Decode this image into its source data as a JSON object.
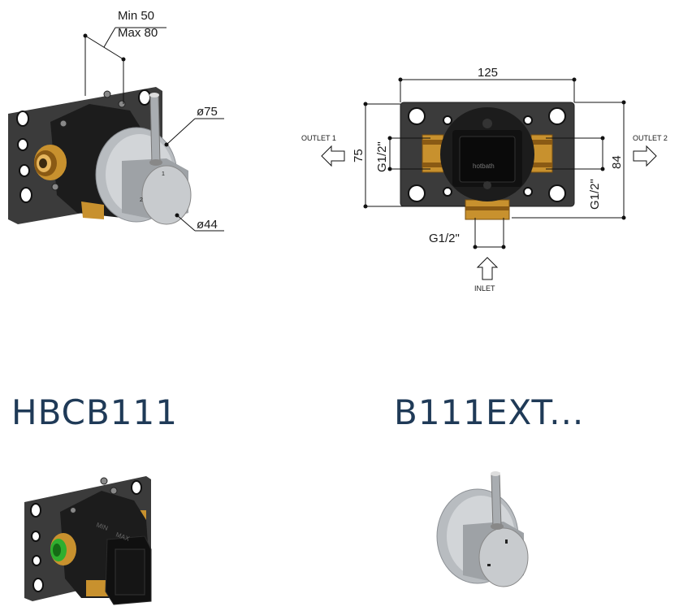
{
  "colors": {
    "plate": "#3b3b3b",
    "body": "#1c1c1c",
    "brass": "#c8912e",
    "chrome": "#b8bcc0",
    "title": "#1f3a57",
    "green": "#2fae2f"
  },
  "top_left_drawing": {
    "min_label": "Min 50",
    "max_label": "Max 80",
    "outer_diameter": "ø75",
    "inner_diameter": "ø44",
    "marks": [
      "1",
      "2"
    ]
  },
  "top_right_drawing": {
    "width_label": "125",
    "height_outer_label": "84",
    "height_inner_label": "75",
    "thread_left": "G1/2\"",
    "thread_right": "G1/2\"",
    "thread_bottom": "G1/2\"",
    "outlet_left": "OUTLET 1",
    "outlet_right": "OUTLET 2",
    "inlet": "INLET",
    "brand": "hotbath"
  },
  "products": {
    "left_title": "HBCB111",
    "right_title": "B111EXT..."
  },
  "bottom_left_body_text": [
    "MIN",
    "MAX"
  ]
}
